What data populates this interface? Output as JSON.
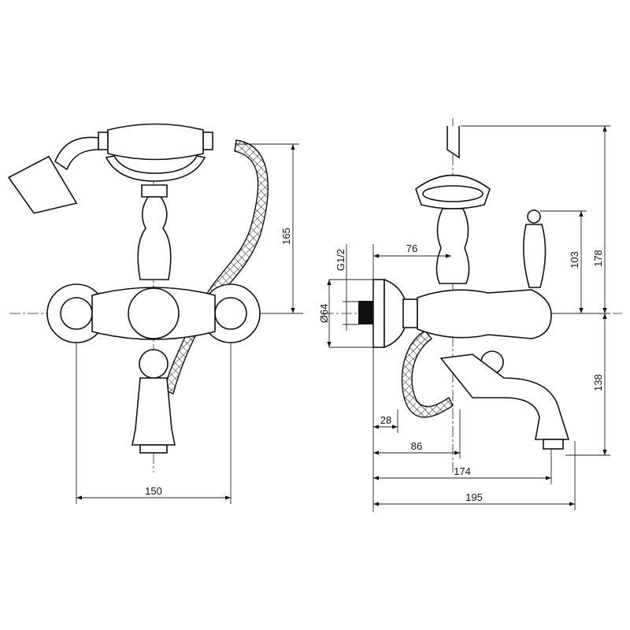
{
  "front_view": {
    "dims": {
      "height_handshower": "165",
      "width_handles": "150"
    }
  },
  "side_view": {
    "dims": {
      "thread": "G1/2",
      "plate_diameter": "Ø64",
      "plate_to_column": "76",
      "lever_height": "103",
      "total_height": "178",
      "spout_depth": "138",
      "plate_depth": "28",
      "hose_offset": "86",
      "spout_reach": "174",
      "total_reach": "195"
    }
  },
  "colors": {
    "line": "#111111",
    "background": "#ffffff"
  }
}
